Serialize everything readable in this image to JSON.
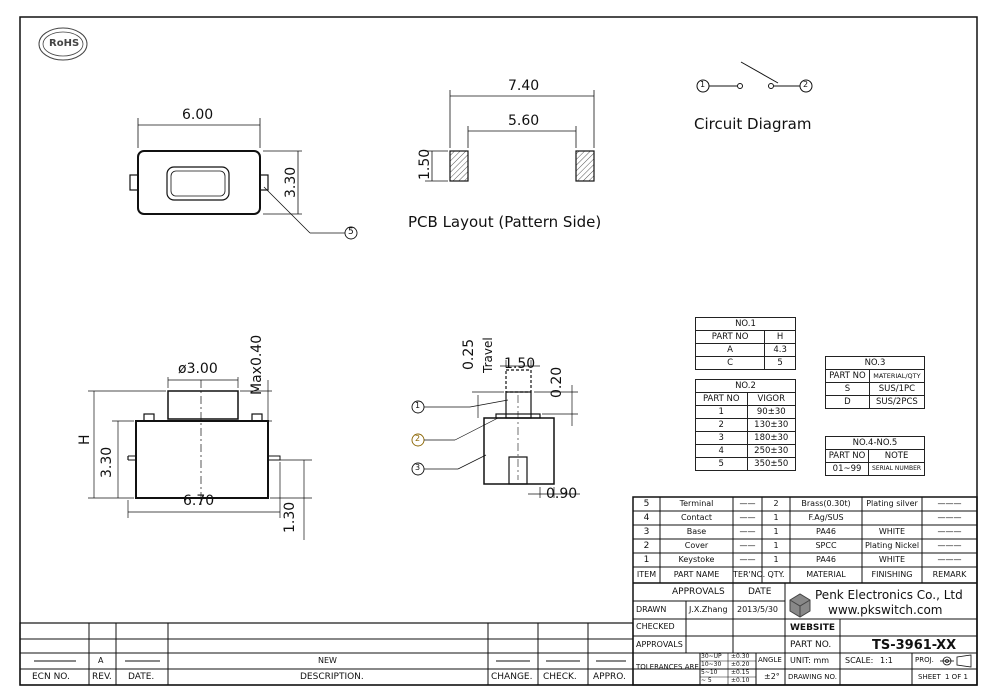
{
  "rohs": "RoHS",
  "top_view": {
    "width": "6.00",
    "height": "3.30",
    "callout": "5"
  },
  "pcb": {
    "outer": "7.40",
    "inner": "5.60",
    "pad": "1.50",
    "caption": "PCB Layout (Pattern Side)"
  },
  "circuit": {
    "pin1": "1",
    "pin2": "2",
    "caption": "Circuit Diagram"
  },
  "side_view": {
    "dia": "ø3.00",
    "max": "Max0.40",
    "h": "H",
    "body": "3.30",
    "width": "6.70",
    "base": "1.30"
  },
  "detail_view": {
    "d1": "0.25",
    "travel": "Travel",
    "d2": "1.50",
    "d3": "0.20",
    "d4": "0.90",
    "callouts": [
      "1",
      "2",
      "3"
    ]
  },
  "no1": {
    "title": "NO.1",
    "headers": [
      "PART NO",
      "H"
    ],
    "rows": [
      [
        "A",
        "4.3"
      ],
      [
        "C",
        "5"
      ]
    ]
  },
  "no2": {
    "title": "NO.2",
    "headers": [
      "PART NO",
      "VIGOR"
    ],
    "rows": [
      [
        "1",
        "90±30"
      ],
      [
        "2",
        "130±30"
      ],
      [
        "3",
        "180±30"
      ],
      [
        "4",
        "250±30"
      ],
      [
        "5",
        "350±50"
      ]
    ]
  },
  "no3": {
    "title": "NO.3",
    "headers": [
      "PART NO",
      "MATERIAL/QTY"
    ],
    "rows": [
      [
        "S",
        "SUS/1PC"
      ],
      [
        "D",
        "SUS/2PCS"
      ]
    ]
  },
  "no45": {
    "title": "NO.4-NO.5",
    "headers": [
      "PART NO",
      "NOTE"
    ],
    "rows": [
      [
        "01~99",
        "SERIAL NUMBER"
      ]
    ]
  },
  "bom": {
    "rows": [
      {
        "item": "5",
        "name": "Terminal",
        "ter": "——",
        "qty": "2",
        "material": "Brass(0.30t)",
        "finishing": "Plating silver",
        "remark": "———"
      },
      {
        "item": "4",
        "name": "Contact",
        "ter": "——",
        "qty": "1",
        "material": "F.Ag/SUS",
        "finishing": "",
        "remark": "———"
      },
      {
        "item": "3",
        "name": "Base",
        "ter": "——",
        "qty": "1",
        "material": "PA46",
        "finishing": "WHITE",
        "remark": "———"
      },
      {
        "item": "2",
        "name": "Cover",
        "ter": "——",
        "qty": "1",
        "material": "SPCC",
        "finishing": "Plating Nickel",
        "remark": "———"
      },
      {
        "item": "1",
        "name": "Keystoke",
        "ter": "——",
        "qty": "1",
        "material": "PA46",
        "finishing": "WHITE",
        "remark": "———"
      }
    ],
    "headers": [
      "ITEM",
      "PART NAME",
      "TER'NO.",
      "QTY.",
      "MATERIAL",
      "FINISHING",
      "REMARK"
    ]
  },
  "title_block": {
    "approvals": "APPROVALS",
    "date": "DATE",
    "drawn": "DRAWN",
    "drawn_by": "J.X.Zhang",
    "drawn_date": "2013/5/30",
    "checked": "CHECKED",
    "approvals2": "APPROVALS",
    "company": "Penk Electronics Co., Ltd",
    "website_url": "www.pkswitch.com",
    "website": "WEBSITE",
    "part_no_label": "PART NO.",
    "part_no": "TS-3961-XX",
    "tolerances": "TOLERANCES ARE",
    "tol_rows": [
      [
        "30~UP",
        "±0.30"
      ],
      [
        "10~30",
        "±0.20"
      ],
      [
        "5~10",
        "±0.15"
      ],
      [
        "~ 5",
        "±0.10"
      ]
    ],
    "angle": "ANGLE",
    "angle_val": "±2°",
    "unit": "UNIT: mm",
    "scale": "SCALE:",
    "scale_val": "1:1",
    "proj": "PROJ.",
    "drawing_no": "DRAWING NO.",
    "sheet": "SHEET",
    "sheet_val": "1 OF 1"
  },
  "revision": {
    "rev": "A",
    "desc": "NEW",
    "headers": [
      "ECN NO.",
      "REV.",
      "DATE.",
      "DESCRIPTION.",
      "CHANGE.",
      "CHECK.",
      "APPRO."
    ]
  }
}
